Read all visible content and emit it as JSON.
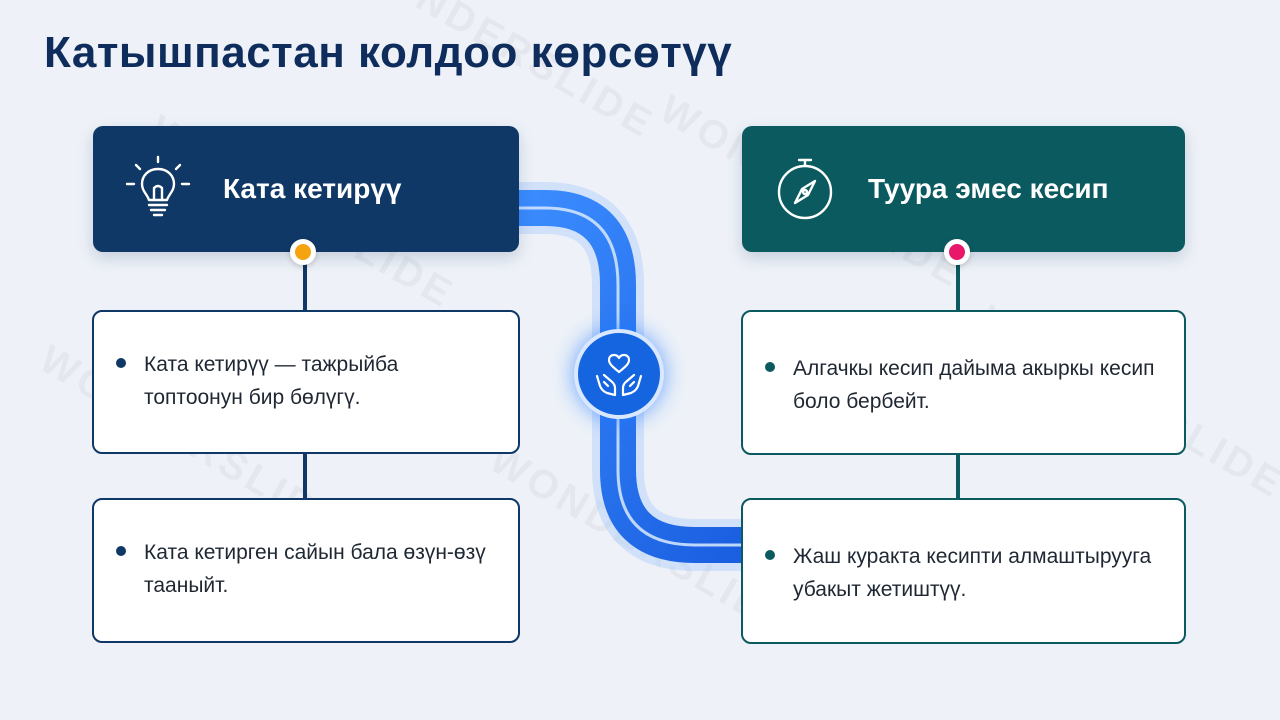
{
  "title": "Катышпастан колдоо көрсөтүү",
  "watermark": "WONDERSLIDE",
  "left": {
    "heading": "Ката кетирүү",
    "icon": "lightbulb-icon",
    "dot_color": "#f5a410",
    "color": "#0f3866",
    "items": [
      {
        "text": "Ката кетирүү — тажрыйба топтоонун бир бөлүгү."
      },
      {
        "text": "Ката кетирген сайын бала өзүн-өзү тааныйт."
      }
    ]
  },
  "right": {
    "heading": "Туура эмес кесип",
    "icon": "compass-icon",
    "dot_color": "#e8176a",
    "color": "#0b5a60",
    "items": [
      {
        "text": "Алгачкы кесип дайыма акыркы кесип боло бербейт."
      },
      {
        "text": "Жаш куракта кесипти алмаштырууга убакыт жетиштүү."
      }
    ]
  },
  "center": {
    "icon": "heart-in-hands-icon",
    "color": "#1565e0"
  }
}
